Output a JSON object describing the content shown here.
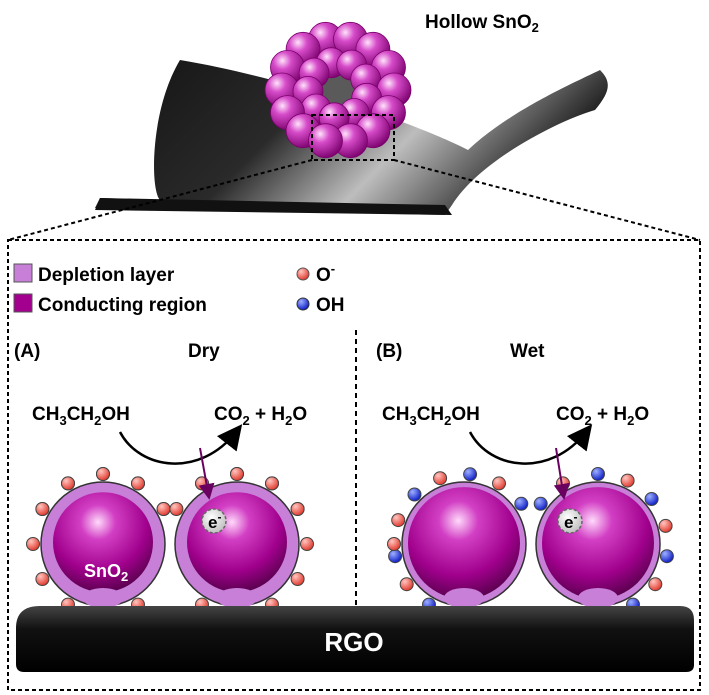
{
  "header": {
    "title_main": "Hollow SnO",
    "title_sub": "2"
  },
  "legend": {
    "depletion_label": "Depletion layer",
    "conducting_label": "Conducting region",
    "oxygen_label": "O",
    "oxygen_sup": "-",
    "hydroxyl_label": "OH"
  },
  "panel_a": {
    "tag": "(A)",
    "condition": "Dry",
    "reactant": {
      "p1": "CH",
      "s1": "3",
      "p2": "CH",
      "s2": "2",
      "p3": "OH"
    },
    "product": {
      "p1": "CO",
      "s1": "2",
      "p2": " + H",
      "s2": "2",
      "p3": "O"
    },
    "electron": "e",
    "electron_sup": "-",
    "sno2": {
      "p1": "SnO",
      "s1": "2"
    }
  },
  "panel_b": {
    "tag": "(B)",
    "condition": "Wet",
    "reactant": {
      "p1": "CH",
      "s1": "3",
      "p2": "CH",
      "s2": "2",
      "p3": "OH"
    },
    "product": {
      "p1": "CO",
      "s1": "2",
      "p2": " + H",
      "s2": "2",
      "p3": "O"
    },
    "electron": "e",
    "electron_sup": "-"
  },
  "substrate": {
    "label": "RGO"
  },
  "colors": {
    "depletion": "#c77fd8",
    "conducting": "#a3008f",
    "oxygen": "#f05a4f",
    "hydroxyl": "#2233d6",
    "sheet": "#111111"
  }
}
